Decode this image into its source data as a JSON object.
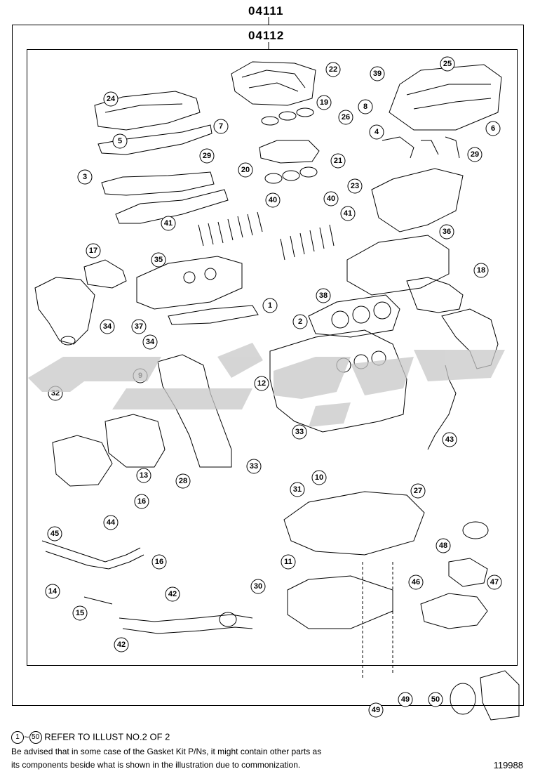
{
  "header": {
    "outer_code": "04111",
    "inner_code": "04112"
  },
  "callouts": [
    "1",
    "2",
    "3",
    "4",
    "5",
    "6",
    "7",
    "8",
    "9",
    "10",
    "11",
    "12",
    "13",
    "14",
    "15",
    "16",
    "16",
    "17",
    "18",
    "19",
    "20",
    "21",
    "22",
    "23",
    "24",
    "25",
    "26",
    "27",
    "28",
    "29",
    "29",
    "30",
    "31",
    "32",
    "33",
    "33",
    "34",
    "34",
    "35",
    "36",
    "37",
    "38",
    "39",
    "40",
    "40",
    "41",
    "41",
    "42",
    "42",
    "43",
    "44",
    "45",
    "46",
    "47",
    "48",
    "49",
    "49",
    "50"
  ],
  "footer": {
    "ref_start": "1",
    "ref_tilde": "~",
    "ref_end": "50",
    "ref_text": "REFER TO ILLUST NO.2 OF 2",
    "advisory_line1": "Be advised that in some case of the Gasket Kit P/Ns,  it might contain other parts as",
    "advisory_line2": "its components beside what is shown in the illustration due to commonization.",
    "figure_id": "119988"
  },
  "colors": {
    "line": "#000000",
    "watermark": "#c8c8c8"
  }
}
